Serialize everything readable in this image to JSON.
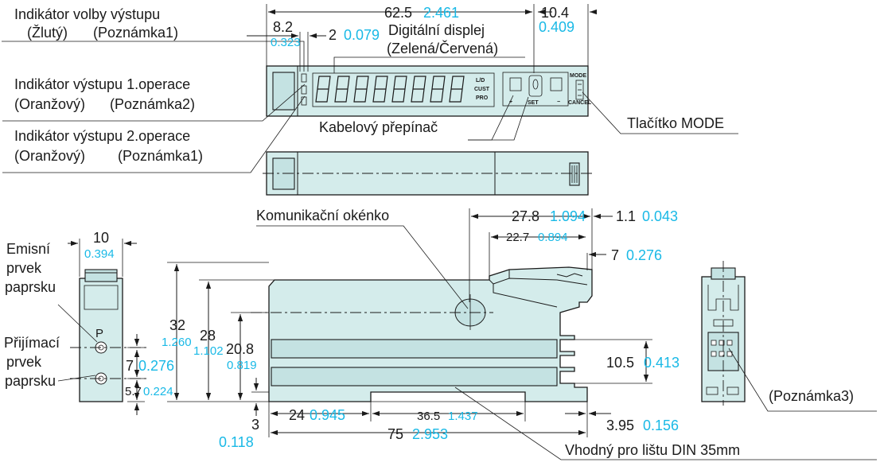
{
  "colors": {
    "body": "#d4eceb",
    "inch_text": "#19b9e6",
    "line": "#1a1a1a"
  },
  "labels": {
    "output_select_indicator": "Indikátor volby výstupu",
    "output_select_color": "(Žlutý)",
    "note1_a": "(Poznámka1)",
    "digital_display": "Digitální displej",
    "digital_display_color": "(Zelená/Červená)",
    "output1_indicator": "Indikátor výstupu 1.operace",
    "output1_color": "(Oranžový)",
    "note2": "(Poznámka2)",
    "cable_switch": "Kabelový přepínač",
    "mode_button": "Tlačítko MODE",
    "output2_indicator": "Indikátor výstupu 2.operace",
    "output2_color": "(Oranžový)",
    "note1_b": "(Poznámka1)",
    "comm_window": "Komunikační okénko",
    "emitter_1": "Emisní",
    "emitter_2": "prvek",
    "emitter_3": "paprsku",
    "receiver_1": "Přijímací",
    "receiver_2": "prvek",
    "receiver_3": "paprsku",
    "note3": "(Poznámka3)",
    "din_rail": "Vhodný pro lištu DIN 35mm",
    "panel_ld": "L/D",
    "panel_cust": "CUST",
    "panel_pro": "PRO",
    "panel_set": "SET",
    "panel_mode": "MODE",
    "panel_cancel": "CANCEL",
    "panel_plus": "+",
    "panel_minus": "−",
    "emitter_mark": "P"
  },
  "dimensions": [
    {
      "id": "w62_5",
      "mm": "62.5",
      "inch": "2.461"
    },
    {
      "id": "w10_4",
      "mm": "10.4",
      "inch": "0.409"
    },
    {
      "id": "w8_2",
      "mm": "8.2",
      "inch": "0.323"
    },
    {
      "id": "w2",
      "mm": "2",
      "inch": "0.079"
    },
    {
      "id": "w27_8",
      "mm": "27.8",
      "inch": "1.094"
    },
    {
      "id": "w1_1",
      "mm": "1.1",
      "inch": "0.043"
    },
    {
      "id": "w22_7",
      "mm": "22.7",
      "inch": "0.894"
    },
    {
      "id": "w7a",
      "mm": "7",
      "inch": "0.276"
    },
    {
      "id": "w10",
      "mm": "10",
      "inch": "0.394"
    },
    {
      "id": "h32",
      "mm": "32",
      "inch": "1.260"
    },
    {
      "id": "h28",
      "mm": "28",
      "inch": "1.102"
    },
    {
      "id": "h20_8",
      "mm": "20.8",
      "inch": "0.819"
    },
    {
      "id": "h7",
      "mm": "7",
      "inch": "0.276"
    },
    {
      "id": "h5_7",
      "mm": "5.7",
      "inch": "0.224"
    },
    {
      "id": "h10_5",
      "mm": "10.5",
      "inch": "0.413"
    },
    {
      "id": "h3",
      "mm": "3",
      "inch": "0.118"
    },
    {
      "id": "w24",
      "mm": "24",
      "inch": "0.945"
    },
    {
      "id": "w36_5",
      "mm": "36.5",
      "inch": "1.437"
    },
    {
      "id": "w75",
      "mm": "75",
      "inch": "2.953"
    },
    {
      "id": "w3_95",
      "mm": "3.95",
      "inch": "0.156"
    }
  ]
}
